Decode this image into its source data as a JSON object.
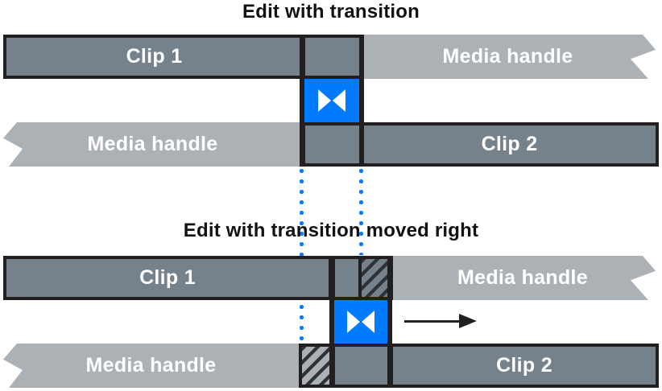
{
  "colors": {
    "clip": "#76828B",
    "media_handle": "#ACB1B6",
    "transition_blue": "#007AFF",
    "outline": "#231F20",
    "dot_blue": "#0F7BFA",
    "label_text": "#FFFFFF",
    "title_text": "#111111"
  },
  "top_diagram": {
    "title": "Edit with transition",
    "row1": {
      "clip1_label": "Clip 1",
      "media_handle_label": "Media handle"
    },
    "transition_icon": "bowtie-transition",
    "row2": {
      "media_handle_label": "Media handle",
      "clip2_label": "Clip 2"
    }
  },
  "bottom_diagram": {
    "title": "Edit with transition moved right",
    "row1": {
      "clip1_label": "Clip 1",
      "media_handle_label": "Media handle"
    },
    "transition_icon": "bowtie-transition",
    "move_arrow": "right-arrow",
    "row2": {
      "media_handle_label": "Media handle",
      "clip2_label": "Clip 2"
    }
  }
}
